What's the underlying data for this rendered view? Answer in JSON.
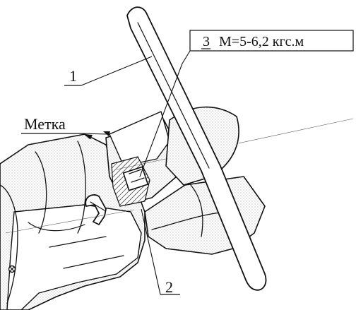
{
  "callouts": {
    "part_1": "1",
    "part_2": "2",
    "part_3": "3",
    "torque": "М=5-6,2 кгс.м",
    "mark": "Метка"
  }
}
